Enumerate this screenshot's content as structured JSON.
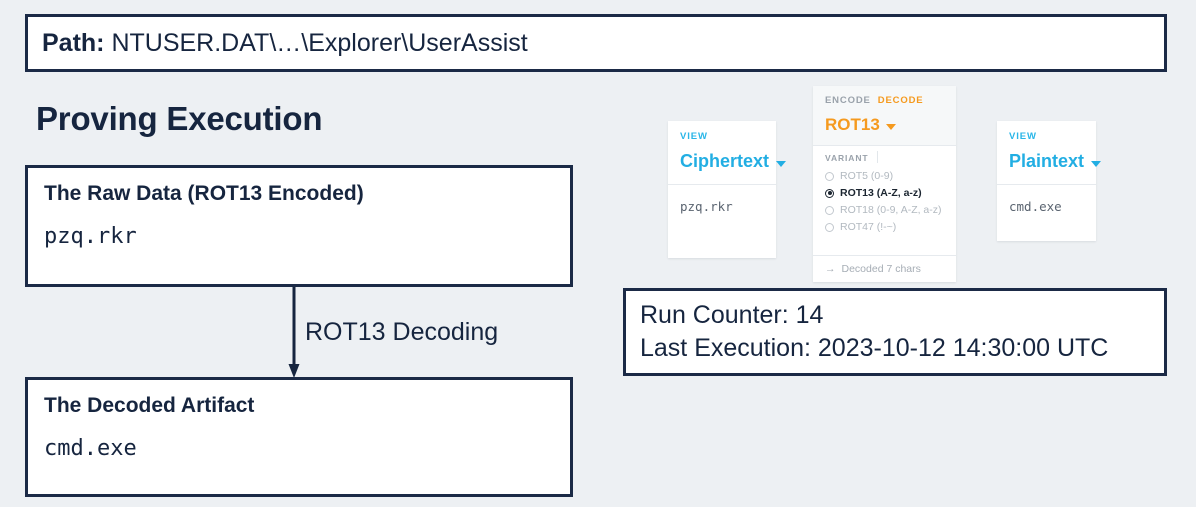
{
  "path_banner": {
    "label": "Path:",
    "value": " NTUSER.DAT\\…\\Explorer\\UserAssist"
  },
  "section": {
    "heading": "Proving Execution"
  },
  "raw_box": {
    "title": "The Raw Data (ROT13 Encoded)",
    "value": "pzq.rkr"
  },
  "flow": {
    "label": "ROT13 Decoding"
  },
  "decoded_box": {
    "title": "The Decoded Artifact",
    "value": "cmd.exe"
  },
  "run_info": {
    "counter_line": "Run Counter: 14",
    "execution_line": "Last Execution: 2023-10-12 14:30:00 UTC"
  },
  "widget": {
    "input_card": {
      "kicker": "VIEW",
      "title": "Ciphertext",
      "content": "pzq.rkr"
    },
    "output_card": {
      "kicker": "VIEW",
      "title": "Plaintext",
      "content": "cmd.exe"
    },
    "operation_card": {
      "mode_encode": "ENCODE",
      "mode_decode": "DECODE",
      "active_mode": "DECODE",
      "operation": "ROT13",
      "variant_kicker": "VARIANT",
      "variants": [
        {
          "label": "ROT5 (0-9)",
          "selected": false
        },
        {
          "label": "ROT13 (A-Z, a-z)",
          "selected": true
        },
        {
          "label": "ROT18 (0-9, A-Z, a-z)",
          "selected": false
        },
        {
          "label": "ROT47 (!-~)",
          "selected": false
        }
      ],
      "status": "Decoded 7 chars"
    }
  },
  "colors": {
    "background": "#edf0f3",
    "outline": "#1b2a46",
    "ink": "#16253f",
    "accent_cyan": "#22aee3",
    "accent_orange": "#f59a1f",
    "muted": "#b2b9c0"
  }
}
